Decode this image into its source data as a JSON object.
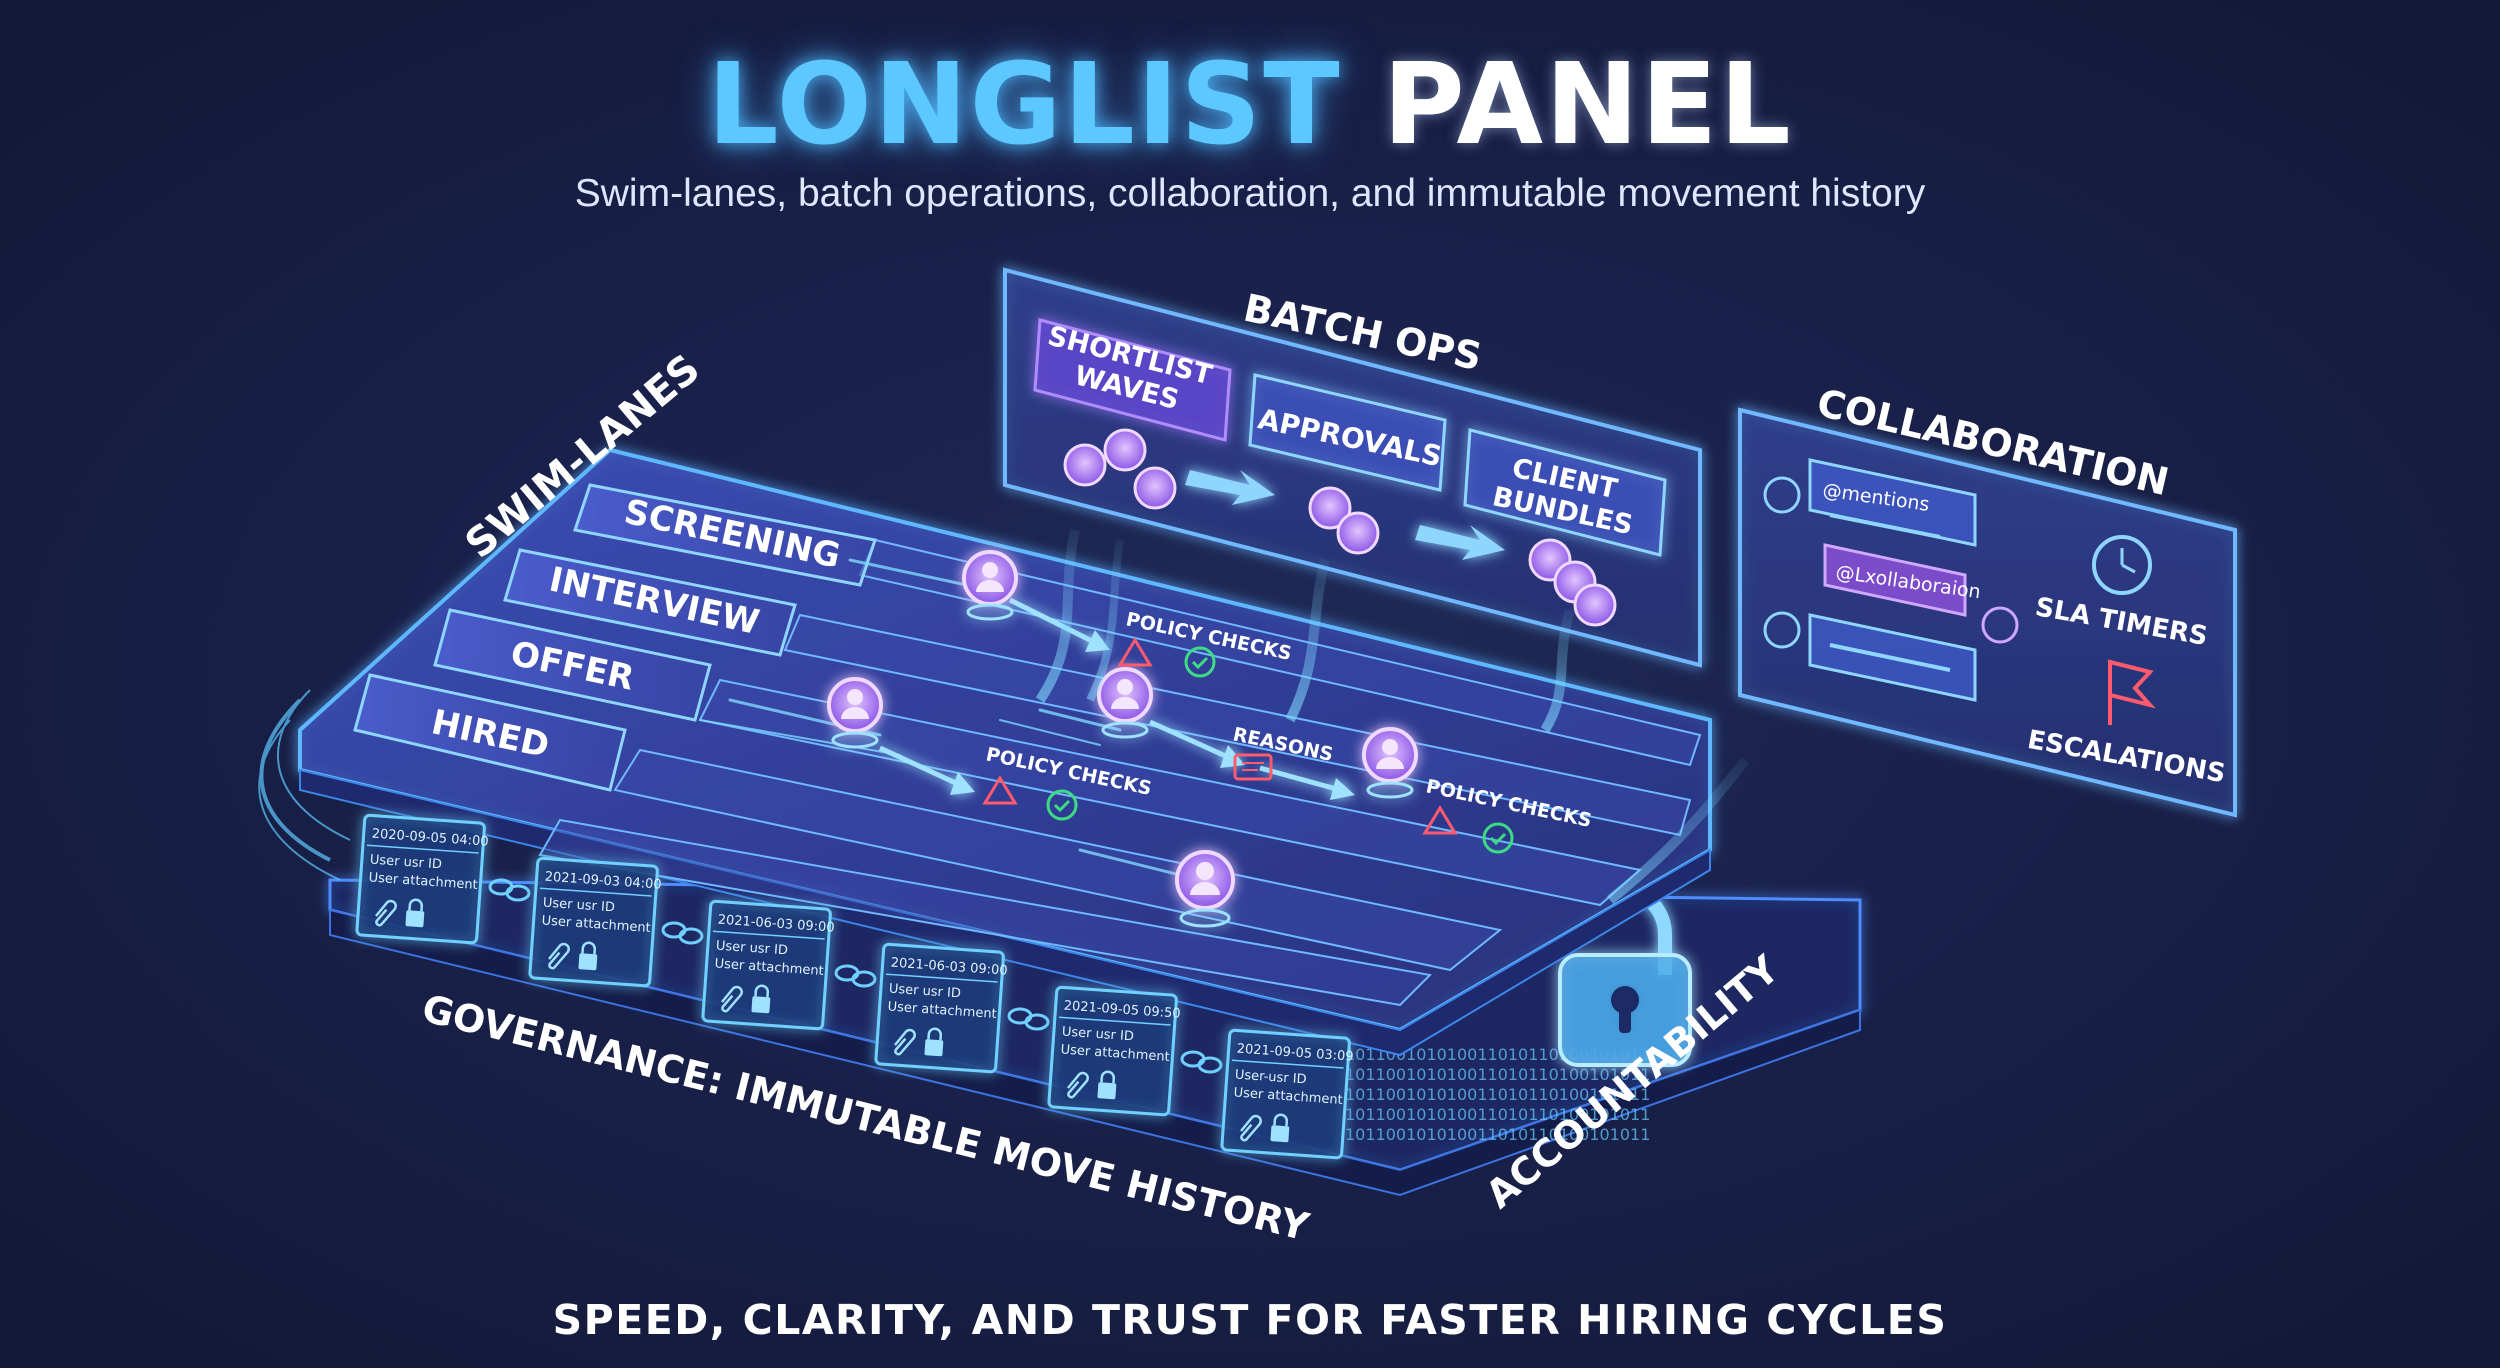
{
  "title": {
    "accent": "LONGLIST",
    "rest": "PANEL"
  },
  "subtitle": "Swim-lanes, batch operations, collaboration, and immutable movement history",
  "swimlanes": {
    "heading": "SWIM-LANES",
    "lanes": [
      "SCREENING",
      "INTERVIEW",
      "OFFER",
      "HIRED"
    ],
    "labels": {
      "policy_checks": "POLICY CHECKS",
      "reasons": "REASONS"
    }
  },
  "batch_ops": {
    "heading": "BATCH OPS",
    "steps": [
      "SHORTLIST\nWAVES",
      "APPROVALS",
      "CLIENT\nBUNDLES"
    ]
  },
  "collaboration": {
    "heading": "COLLABORATION",
    "mentions": "@mentions",
    "collab_tag": "@Lxollaboraion",
    "sla_timers": "SLA TIMERS",
    "escalations": "ESCALATIONS"
  },
  "governance": {
    "heading": "GOVERNANCE: IMMUTABLE MOVE HISTORY",
    "accountability": "ACCOUNTABILITY",
    "records": [
      {
        "date": "2020-09-05 04:00",
        "line1": "User usr ID",
        "line2": "User attachment"
      },
      {
        "date": "2021-09-03 04:00",
        "line1": "User usr ID",
        "line2": "User attachment"
      },
      {
        "date": "2021-06-03 09:00",
        "line1": "User usr ID",
        "line2": "User attachment"
      },
      {
        "date": "2021-06-03 09:00",
        "line1": "User usr ID",
        "line2": "User attachment"
      },
      {
        "date": "2021-09-05 09:50",
        "line1": "User usr ID",
        "line2": "User attachment"
      },
      {
        "date": "2021-09-05 03:09",
        "line1": "User-usr ID",
        "line2": "User attachment"
      }
    ],
    "binary": "101100101010011010110100101011"
  },
  "footer": "SPEED, CLARITY, AND TRUST FOR FASTER HIRING CYCLES",
  "colors": {
    "accent": "#5cc8ff",
    "glow": "#3aa8ff",
    "node": "#c78cff",
    "warning": "#ff5a6e",
    "ok": "#3ddc84"
  }
}
